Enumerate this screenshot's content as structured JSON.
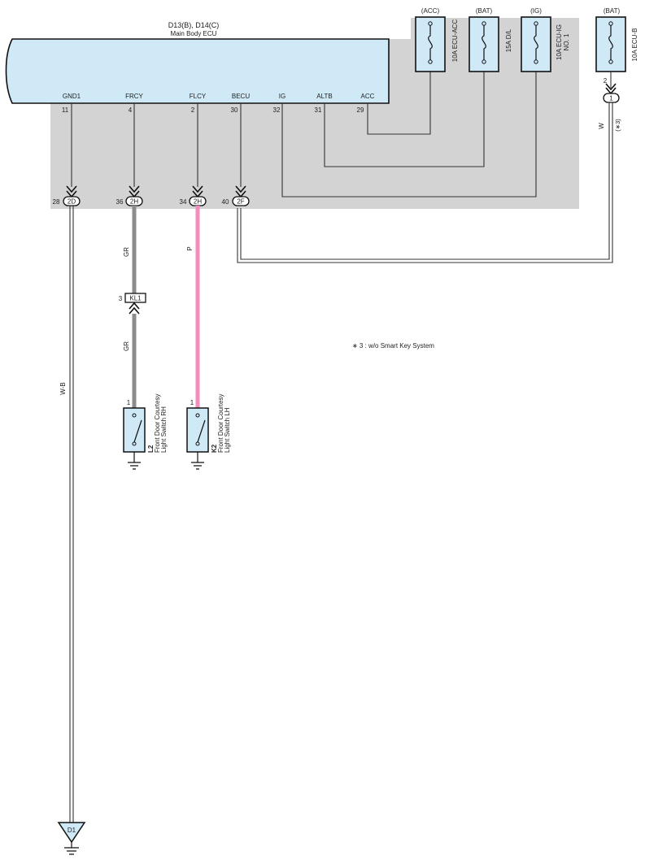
{
  "ecu": {
    "title": "D13(B), D14(C)",
    "subtitle": "Main Body ECU",
    "pins": [
      {
        "name": "GND1",
        "number": "11"
      },
      {
        "name": "FRCY",
        "number": "4"
      },
      {
        "name": "FLCY",
        "number": "2"
      },
      {
        "name": "BECU",
        "number": "30"
      },
      {
        "name": "IG",
        "number": "32"
      },
      {
        "name": "ALTB",
        "number": "31"
      },
      {
        "name": "ACC",
        "number": "29"
      }
    ]
  },
  "fuses": [
    {
      "supply": "(ACC)",
      "label": "10A ECU-ACC",
      "label2": ""
    },
    {
      "supply": "(BAT)",
      "label": "15A D/L",
      "label2": ""
    },
    {
      "supply": "(IG)",
      "label": "10A ECU-IG",
      "label2": "NO. 1"
    },
    {
      "supply": "(BAT)",
      "label": "10A ECU-B",
      "label2": ""
    }
  ],
  "fuse_b_connector": {
    "pin": "2",
    "connector": "1",
    "wire": "W",
    "note": "(∗3)"
  },
  "junctions": [
    {
      "pin": "28",
      "connector": "2D"
    },
    {
      "pin": "36",
      "connector": "2H"
    },
    {
      "pin": "34",
      "connector": "2H"
    },
    {
      "pin": "40",
      "connector": "2F"
    }
  ],
  "wire_colors": {
    "frcy_upper": "GR",
    "frcy_lower": "GR",
    "flcy": "P",
    "ground": "W-B"
  },
  "wire_hex": {
    "frcy": "#8c8c8c",
    "flcy": "#f48cbc",
    "ecu_fill": "#cfe9f7",
    "panel": "#d3d3d3"
  },
  "kl1": {
    "pin": "3",
    "label": "KL1"
  },
  "switches": [
    {
      "code": "L2",
      "pin": "1",
      "line1": "Front Door Courtesy",
      "line2": "Light Switch RH"
    },
    {
      "code": "K2",
      "pin": "1",
      "line1": "Front Door Courtesy",
      "line2": "Light Switch LH"
    }
  ],
  "ground_point": "D1",
  "note": "∗ 3 : w/o Smart Key System"
}
